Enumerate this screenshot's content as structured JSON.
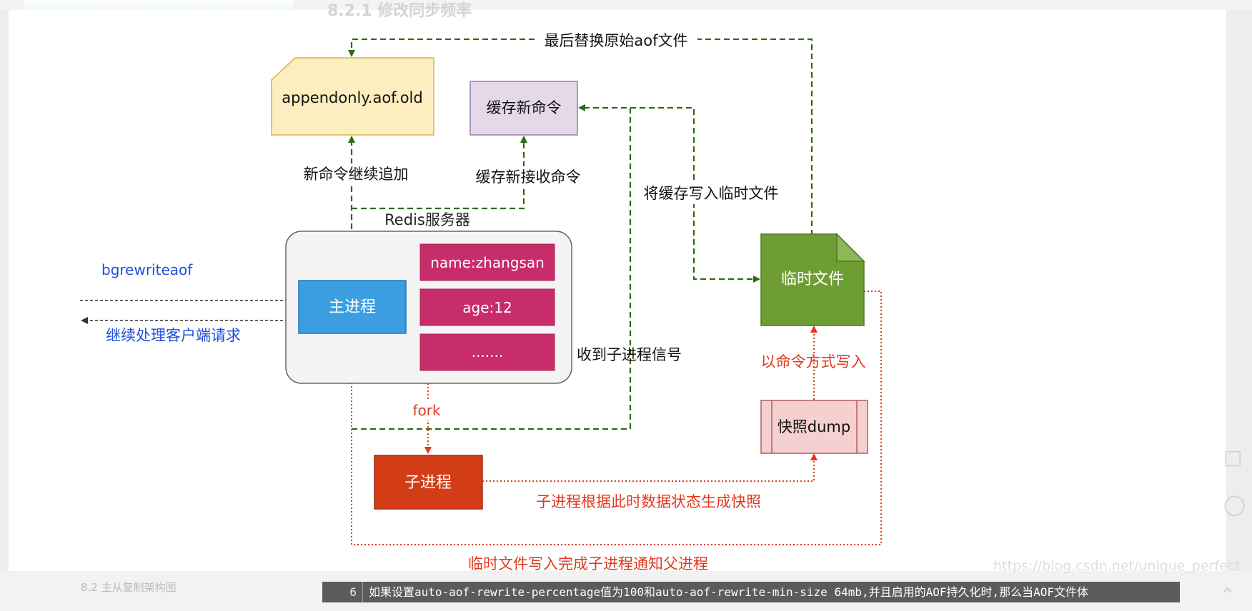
{
  "diagram": {
    "nodes": {
      "aof_old": "appendonly.aof.old",
      "cache_new": "缓存新命令",
      "server_title": "Redis服务器",
      "main_process": "主进程",
      "kv1": "name:zhangsan",
      "kv2": "age:12",
      "kv3": ".......",
      "temp_file": "临时文件",
      "snapshot": "快照dump",
      "child_process": "子进程"
    },
    "edge_labels": {
      "replace_aof": "最后替换原始aof文件",
      "append_new": "新命令继续追加",
      "cache_received": "缓存新接收命令",
      "write_cache_temp": "将缓存写入临时文件",
      "bgrewriteaof": "bgrewriteaof",
      "continue_client": "继续处理客户端请求",
      "child_signal": "收到子进程信号",
      "fork": "fork",
      "write_by_command": "以命令方式写入",
      "child_snapshot": "子进程根据此时数据状态生成快照",
      "temp_done_notify": "临时文件写入完成子进程通知父进程"
    }
  },
  "page": {
    "partial_heading": "8.2.1 修改同步频率",
    "footer_link": "8.2 主从复制架构图",
    "watermark": "https://blog.csdn.net/unique_perfect",
    "code_line_number": "6",
    "code_line_text": "如果设置auto-aof-rewrite-percentage值为100和auto-aof-rewrite-min-size 64mb,并且启用的AOF持久化时,那么当AOF文件体"
  },
  "colors": {
    "green_arrow": "#2d6a14",
    "red_arrow": "#e0391f",
    "black_arrow": "#333333",
    "blue_text": "#1f4fe0",
    "main_process_fill": "#3a9ee0",
    "kv_fill": "#c72d6b",
    "temp_file_fill": "#6e9e33",
    "child_fill": "#d23d18",
    "aof_old_fill": "#fdeec0",
    "cache_fill": "#e4d8e9",
    "snapshot_fill": "#f5d0d0"
  }
}
